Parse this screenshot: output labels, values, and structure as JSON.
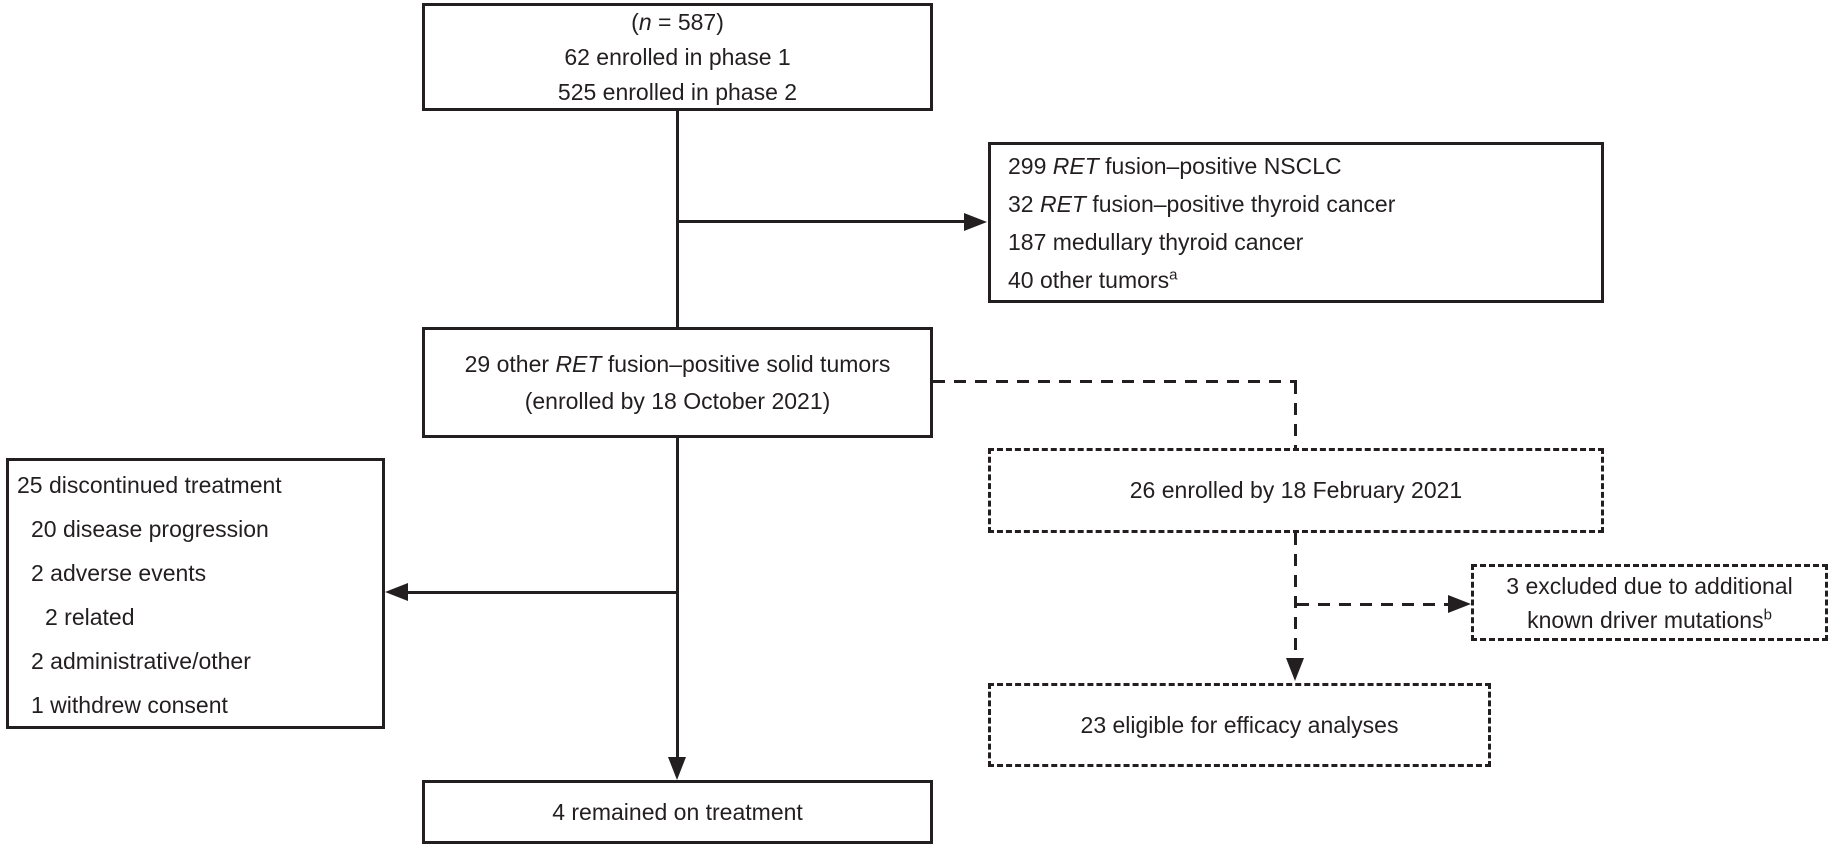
{
  "colors": {
    "ink": "#231f20",
    "background": "#ffffff"
  },
  "boxes": {
    "enrollment": {
      "line1_open": "(",
      "line1_italic": "n",
      "line1_rest": " = 587)",
      "line2": "62 enrolled in phase 1",
      "line3": "525 enrolled in phase 2"
    },
    "other_cancers": {
      "line1_num": "299 ",
      "line1_gene": "RET",
      "line1_rest": " fusion–positive NSCLC",
      "line2_num": "32 ",
      "line2_gene": "RET",
      "line2_rest": " fusion–positive thyroid cancer",
      "line3": "187 medullary thyroid cancer",
      "line4": "40 other tumors",
      "line4_sup": "a"
    },
    "solid_tumors": {
      "line1_pre": "29 other ",
      "line1_gene": "RET",
      "line1_rest": " fusion–positive solid tumors",
      "line2": "(enrolled by 18 October 2021)"
    },
    "discontinued": {
      "items": [
        {
          "text": "25 discontinued treatment",
          "indent": 0
        },
        {
          "text": "20 disease progression",
          "indent": 1
        },
        {
          "text": "2 adverse events",
          "indent": 1
        },
        {
          "text": "2 related",
          "indent": 2
        },
        {
          "text": "2 administrative/other",
          "indent": 1
        },
        {
          "text": "1 withdrew consent",
          "indent": 1
        }
      ]
    },
    "enrolled_feb": {
      "line1": "26 enrolled by 18 February 2021"
    },
    "excluded": {
      "line1": "3 excluded due to additional",
      "line2": "known driver mutations",
      "line2_sup": "b"
    },
    "eligible": {
      "line1": "23 eligible for efficacy analyses"
    },
    "remained": {
      "line1": "4 remained on treatment"
    }
  }
}
